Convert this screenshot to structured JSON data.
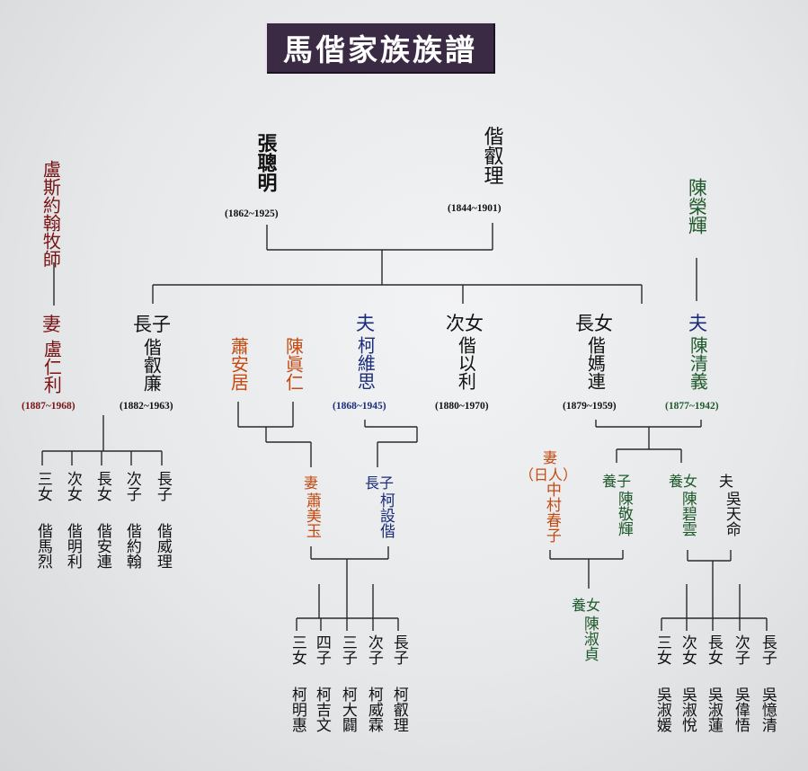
{
  "title": "馬偕家族族譜",
  "colors": {
    "black": "#111111",
    "red": "#7a1414",
    "orange": "#c64a10",
    "blue": "#1a2c7a",
    "green": "#1f5a2b",
    "title_bg": "#3a2a44"
  },
  "grandparents": {
    "zhang": {
      "name": "張聰明",
      "years": "(1862~1925)"
    },
    "mackay": {
      "name": "偕叡理",
      "years": "(1844~1901)"
    }
  },
  "left_branch": {
    "pastor": "盧斯約翰牧師",
    "wife_label": "妻",
    "wife_name": "盧仁利",
    "wife_years": "(1887~1968)",
    "son_label": "長子",
    "son_name": "偕叡廉",
    "son_years": "(1882~1963)",
    "children": [
      {
        "rank": "三女",
        "name": "偕馬烈"
      },
      {
        "rank": "次女",
        "name": "偕明利"
      },
      {
        "rank": "長女",
        "name": "偕安連"
      },
      {
        "rank": "次子",
        "name": "偕約翰"
      },
      {
        "rank": "長子",
        "name": "偕威理"
      }
    ]
  },
  "middle_branch": {
    "xiao_an_ju": "蕭安居",
    "chen_zhen_ren": "陳眞仁",
    "husband_label": "夫",
    "husband_name": "柯維思",
    "husband_years": "(1868~1945)",
    "daughter_label": "次女",
    "daughter_name": "偕以利",
    "daughter_years": "(1880~1970)",
    "wife_label": "妻",
    "wife_name": "蕭美玉",
    "son_label": "長子",
    "son_name": "柯設偕",
    "children": [
      {
        "rank": "三女",
        "name": "柯明惠"
      },
      {
        "rank": "四子",
        "name": "柯吉文"
      },
      {
        "rank": "三子",
        "name": "柯大闢"
      },
      {
        "rank": "次子",
        "name": "柯威霖"
      },
      {
        "rank": "長子",
        "name": "柯叡理"
      }
    ]
  },
  "right_branch": {
    "chen_rong_hui": "陳榮輝",
    "daughter_label": "長女",
    "daughter_name": "偕媽連",
    "daughter_years": "(1879~1959)",
    "husband_label": "夫",
    "husband_name": "陳清義",
    "husband_years": "(1877~1942)",
    "jp_wife_label": "妻",
    "jp_wife_note": "（日人）",
    "jp_wife_name": "中村春子",
    "adopted_son_label": "養子",
    "adopted_son_name": "陳敬輝",
    "adopted_daughter_label": "養女",
    "adopted_daughter_name": "陳碧雲",
    "wu_label": "夫",
    "wu_name": "吳天命",
    "grand_adopted_label": "養女",
    "grand_adopted_name": "陳淑貞",
    "children": [
      {
        "rank": "三女",
        "name": "吳淑媛"
      },
      {
        "rank": "次女",
        "name": "吳淑悅"
      },
      {
        "rank": "長女",
        "name": "吳淑蓮"
      },
      {
        "rank": "次子",
        "name": "吳偉悟"
      },
      {
        "rank": "長子",
        "name": "吳憶清"
      }
    ]
  }
}
